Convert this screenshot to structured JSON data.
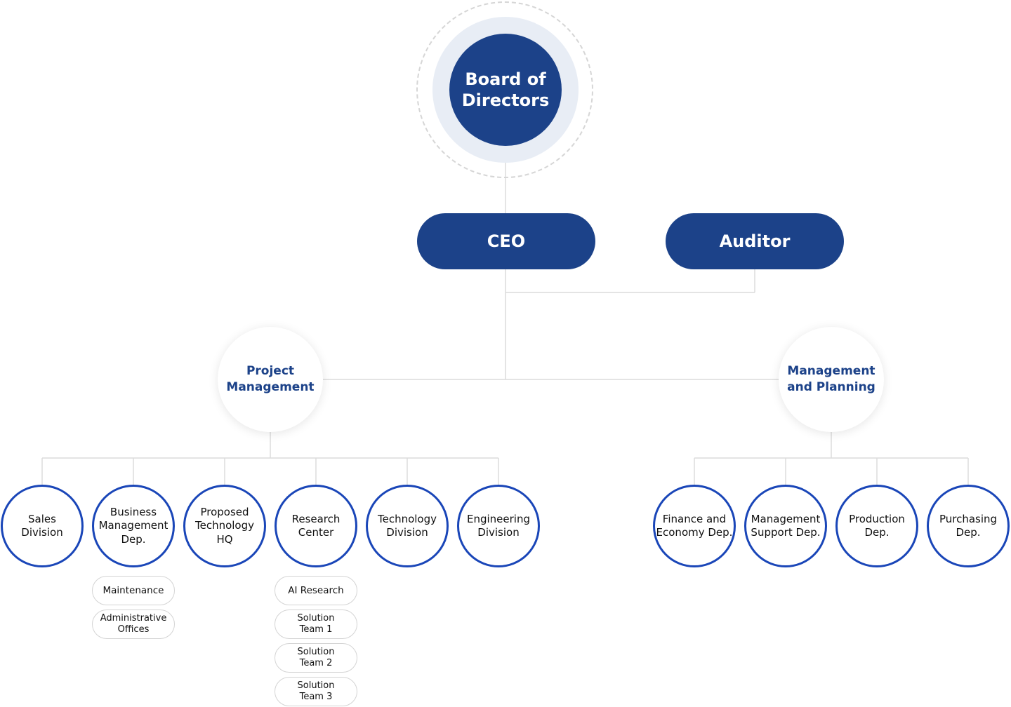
{
  "board": {
    "label": "Board of\nDirectors"
  },
  "ceo": {
    "label": "CEO"
  },
  "auditor": {
    "label": "Auditor"
  },
  "groups": {
    "project": "Project\nManagement",
    "management": "Management\nand Planning"
  },
  "departments": {
    "sales": "Sales\nDivision",
    "business": "Business\nManagement\nDep.",
    "proposed": "Proposed\nTechnology\nHQ",
    "research": "Research\nCenter",
    "technology": "Technology\nDivision",
    "engineering": "Engineering\nDivision",
    "finance": "Finance and\nEconomy Dep.",
    "support": "Management\nSupport Dep.",
    "production": "Production\nDep.",
    "purchasing": "Purchasing\nDep."
  },
  "business_subunits": [
    "Maintenance",
    "Administrative\nOffices"
  ],
  "research_subunits": [
    "AI Research",
    "Solution\nTeam 1",
    "Solution\nTeam 2",
    "Solution\nTeam 3"
  ],
  "colors": {
    "primary": "#1c4289",
    "dept_border": "#1a46b8",
    "connector": "#dcdcdc"
  }
}
